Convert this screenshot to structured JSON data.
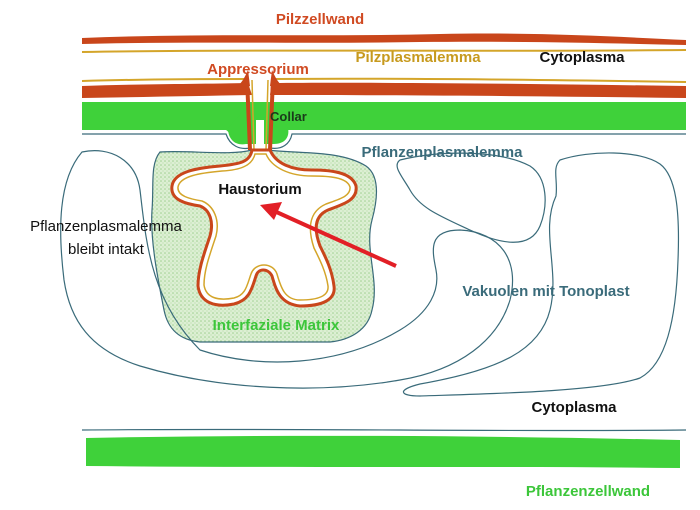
{
  "labels": {
    "pilzzellwand": "Pilzzellwand",
    "pilzplasmalemma": "Pilzplasmalemma",
    "cytoplasma_top": "Cytoplasma",
    "appressorium": "Appressorium",
    "collar": "Collar",
    "pflanzenplasmalemma": "Pflanzenplasmalemma",
    "haustorium": "Haustorium",
    "intact_line1": "Pflanzenplasmalemma",
    "intact_line2": "bleibt intakt",
    "vakuolen": "Vakuolen mit Tonoplast",
    "interfaziale_matrix": "Interfaziale Matrix",
    "cytoplasma_bottom": "Cytoplasma",
    "pflanzenzellwand": "Pflanzenzellwand"
  },
  "colors": {
    "fungal_wall": "#c9461b",
    "fungal_membrane": "#d4a52a",
    "plant_wall": "#3fd13a",
    "plant_membrane": "#3a6b7a",
    "matrix": "#cde8c4",
    "arrow": "#e21f26",
    "label_fungal": "#d04a22",
    "label_membrane": "#c79a1e",
    "label_plant": "#3a6b7a",
    "label_green": "#3cc63a",
    "label_dark": "#111111"
  }
}
